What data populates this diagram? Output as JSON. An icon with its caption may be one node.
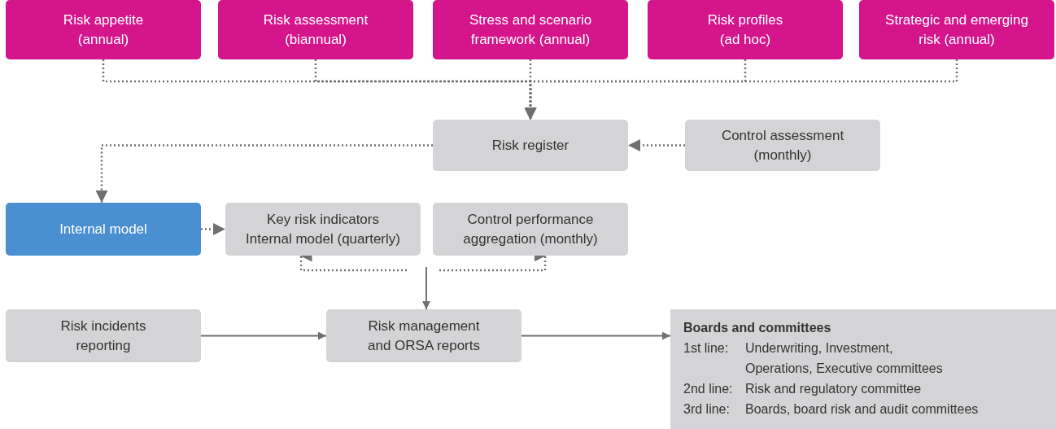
{
  "diagram": {
    "nodes": [
      {
        "text": [
          "Risk appetite (annual)"
        ]
      },
      {
        "text": [
          "Risk assessment (biannual)"
        ]
      },
      {
        "text": [
          "Stress and scenario framework (annual)"
        ]
      },
      {
        "text": [
          "Risk profiles (ad hoc)"
        ]
      },
      {
        "text": [
          "Strategic and emerging risk (annual)"
        ]
      },
      {
        "text": [
          "Risk register"
        ]
      },
      {
        "text": [
          "Control assessment (monthly)"
        ]
      },
      {
        "text": [
          "Internal model"
        ]
      },
      {
        "text": [
          "Key risk indicators",
          "Internal model (quarterly)"
        ]
      },
      {
        "text": [
          "Control performance aggregation (monthly)"
        ]
      },
      {
        "text": [
          "Risk incidents reporting"
        ]
      },
      {
        "text": [
          "Risk management and ORSA reports"
        ]
      },
      {
        "text": [
          "Boards and committees",
          "1st line:",
          "Underwriting, Investment, Operations, Executive committees",
          "2nd line:",
          "Risk and regulatory committee",
          "3rd line:",
          "Boards, board risk and audit committees"
        ]
      }
    ],
    "edges": [
      {
        "from": 0,
        "to": 5,
        "arrow": "to",
        "style": "dashed"
      },
      {
        "from": 1,
        "to": 5,
        "arrow": "to",
        "style": "dashed"
      },
      {
        "from": 2,
        "to": 5,
        "arrow": "to",
        "style": "dashed"
      },
      {
        "from": 3,
        "to": 5,
        "arrow": "to",
        "style": "dashed"
      },
      {
        "from": 4,
        "to": 5,
        "arrow": "to",
        "style": "dashed"
      },
      {
        "from": 6,
        "to": 5,
        "arrow": "to",
        "style": "dashed"
      },
      {
        "from": 5,
        "to": 7,
        "arrow": "to",
        "style": "dashed"
      },
      {
        "from": 7,
        "to": 8,
        "arrow": "to",
        "style": "dashed"
      },
      {
        "from": null,
        "to": 8,
        "arrow": "to",
        "style": "dashed"
      },
      {
        "from": null,
        "to": 9,
        "arrow": "to",
        "style": "dashed"
      },
      {
        "from": null,
        "to": 11,
        "arrow": "to"
      },
      {
        "from": 10,
        "to": 11,
        "arrow": "to"
      },
      {
        "from": 11,
        "to": 12,
        "arrow": "to"
      }
    ]
  }
}
